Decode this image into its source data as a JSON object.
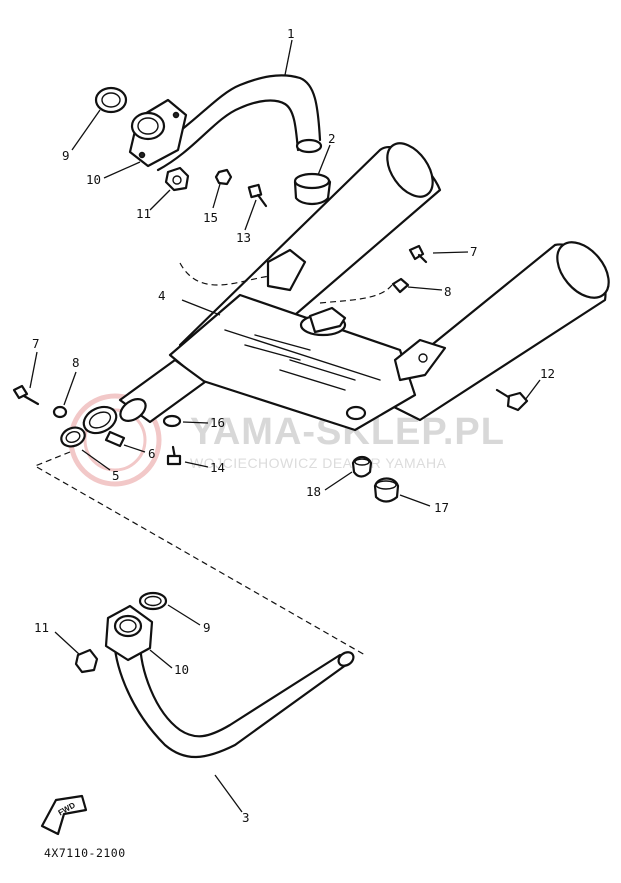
{
  "diagram": {
    "drawing_code": "4X7110-2100",
    "forward_label": "FWD",
    "watermark": {
      "title": "YAMA-SKLEP.PL",
      "subtitle": "WOJCIECHOWICZ DEALER YAMAHA"
    },
    "callouts": {
      "c1": "1",
      "c2": "2",
      "c3": "3",
      "c4": "4",
      "c5": "5",
      "c6": "6",
      "c7a": "7",
      "c7b": "7",
      "c8a": "8",
      "c8b": "8",
      "c9a": "9",
      "c9b": "9",
      "c10a": "10",
      "c10b": "10",
      "c11a": "11",
      "c11b": "11",
      "c12": "12",
      "c13": "13",
      "c14": "14",
      "c15": "15",
      "c16": "16",
      "c17": "17",
      "c18": "18"
    }
  }
}
